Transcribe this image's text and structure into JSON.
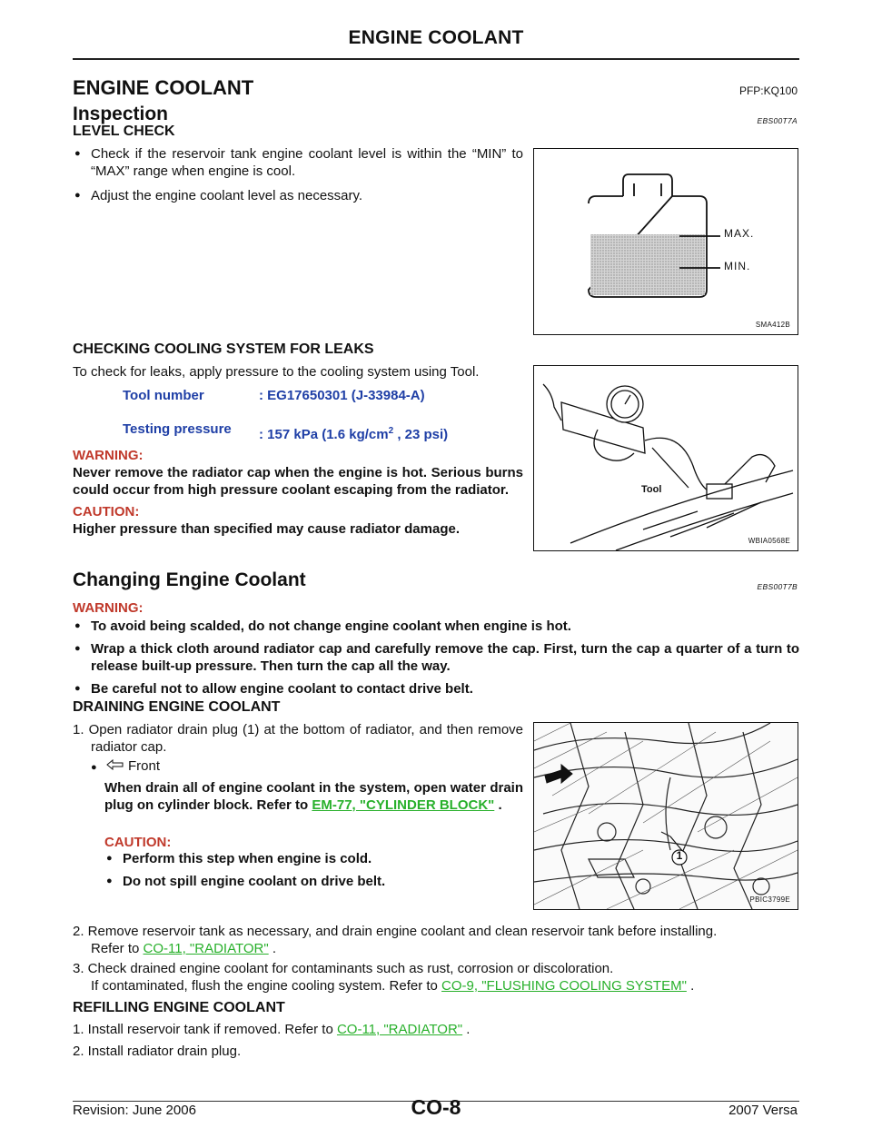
{
  "header": {
    "title": "ENGINE COOLANT"
  },
  "page": {
    "title": "ENGINE COOLANT",
    "pfp": "PFP:KQ100"
  },
  "inspection": {
    "title": "Inspection",
    "code": "EBS00T7A",
    "level_check": {
      "title": "LEVEL CHECK",
      "bullets": [
        "Check if the reservoir tank engine coolant level is within the “MIN” to “MAX” range when engine is cool.",
        "Adjust the engine coolant level as necessary."
      ],
      "figure": {
        "max_label": "MAX.",
        "min_label": "MIN.",
        "code": "SMA412B"
      }
    },
    "leaks": {
      "title": "CHECKING COOLING SYSTEM FOR LEAKS",
      "intro": "To check for leaks, apply pressure to the cooling system using Tool.",
      "spec_tool_label": "Tool number",
      "spec_tool_value": ": EG17650301 (J-33984-A)",
      "spec_pressure_label": "Testing pressure",
      "spec_pressure_value_a": ": 157 kPa (1.6 kg/cm",
      "spec_pressure_sup": "2",
      "spec_pressure_value_b": " , 23 psi)",
      "warning_label": "WARNING:",
      "warning_text": "Never remove the radiator cap when the engine is hot. Serious burns could occur from high pressure coolant escaping from the radiator.",
      "caution_label": "CAUTION:",
      "caution_text": "Higher pressure than specified may cause radiator damage.",
      "figure": {
        "tool_label": "Tool",
        "code": "WBIA0568E"
      }
    }
  },
  "changing": {
    "title": "Changing Engine Coolant",
    "code": "EBS00T7B",
    "warning_label": "WARNING:",
    "bullets": [
      "To avoid being scalded, do not change engine coolant when engine is hot.",
      "Wrap a thick cloth around radiator cap and carefully remove the cap. First, turn the cap a quarter of a turn to release built-up pressure. Then turn the cap all the way.",
      "Be careful not to allow engine coolant to contact drive belt."
    ],
    "draining": {
      "title": "DRAINING ENGINE COOLANT",
      "step1": "1.  Open radiator drain plug (1) at the bottom of radiator, and then remove radiator cap.",
      "front_label": "Front",
      "note_a": "When drain all of engine coolant in the system, open water drain plug on cylinder block. Refer to ",
      "note_link": "EM-77, \"CYLINDER BLOCK\"",
      "note_b": " .",
      "caution_label": "CAUTION:",
      "caution_bullets": [
        "Perform this step when engine is cold.",
        "Do not spill engine coolant on drive belt."
      ],
      "step2_a": "2.  Remove reservoir tank as necessary, and drain engine coolant and clean reservoir tank before installing.",
      "step2_refer": "Refer to ",
      "step2_link": "CO-11, \"RADIATOR\"",
      "step2_end": " .",
      "step3_a": "3.  Check drained engine coolant for contaminants such as rust, corrosion or discoloration.",
      "step3_b": "If contaminated, flush the engine cooling system. Refer to ",
      "step3_link": "CO-9, \"FLUSHING COOLING SYSTEM\"",
      "step3_end": " .",
      "figure": {
        "callout": "1",
        "code": "PBIC3799E"
      }
    },
    "refilling": {
      "title": "REFILLING ENGINE COOLANT",
      "step1_a": "1.  Install reservoir tank if removed. Refer to ",
      "step1_link": "CO-11, \"RADIATOR\"",
      "step1_end": " .",
      "step2": "2.  Install radiator drain plug."
    }
  },
  "footer": {
    "revision": "Revision: June 2006",
    "page_number": "CO-8",
    "model": "2007 Versa"
  }
}
